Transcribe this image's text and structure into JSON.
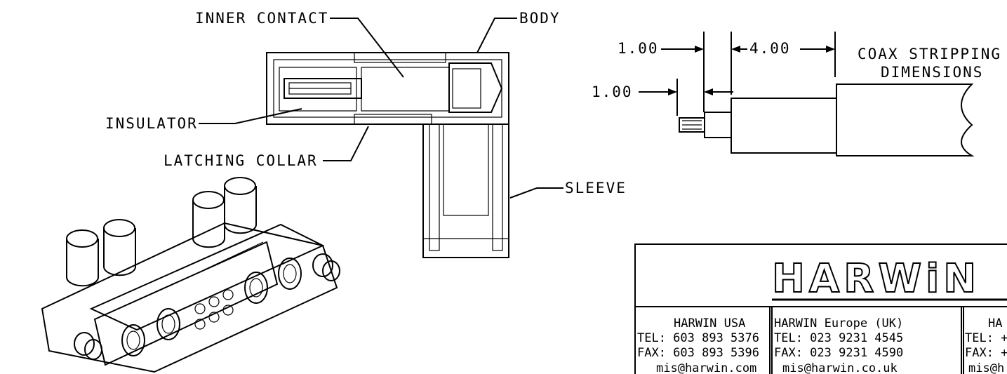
{
  "labels": {
    "inner_contact": "INNER CONTACT",
    "body": "BODY",
    "insulator": "INSULATOR",
    "latching_collar": "LATCHING COLLAR",
    "sleeve": "SLEEVE"
  },
  "stripping": {
    "dim_top_1": "1.00",
    "dim_top_2": "4.00",
    "dim_lower": "1.00",
    "title_line1": "COAX STRIPPING",
    "title_line2": "DIMENSIONS"
  },
  "title_block": {
    "logo": "HARWiN",
    "usa": {
      "name": "HARWIN USA",
      "tel": "TEL: 603 893 5376",
      "fax": "FAX: 603 893 5396",
      "email": "mis@harwin.com"
    },
    "europe": {
      "name": "HARWIN Europe (UK)",
      "tel": "TEL: 023 9231 4545",
      "fax": "FAX: 023 9231 4590",
      "email": "mis@harwin.co.uk"
    },
    "third": {
      "name": "HA",
      "tel": "TEL: +",
      "fax": "FAX: +",
      "email": "mis@h"
    }
  }
}
